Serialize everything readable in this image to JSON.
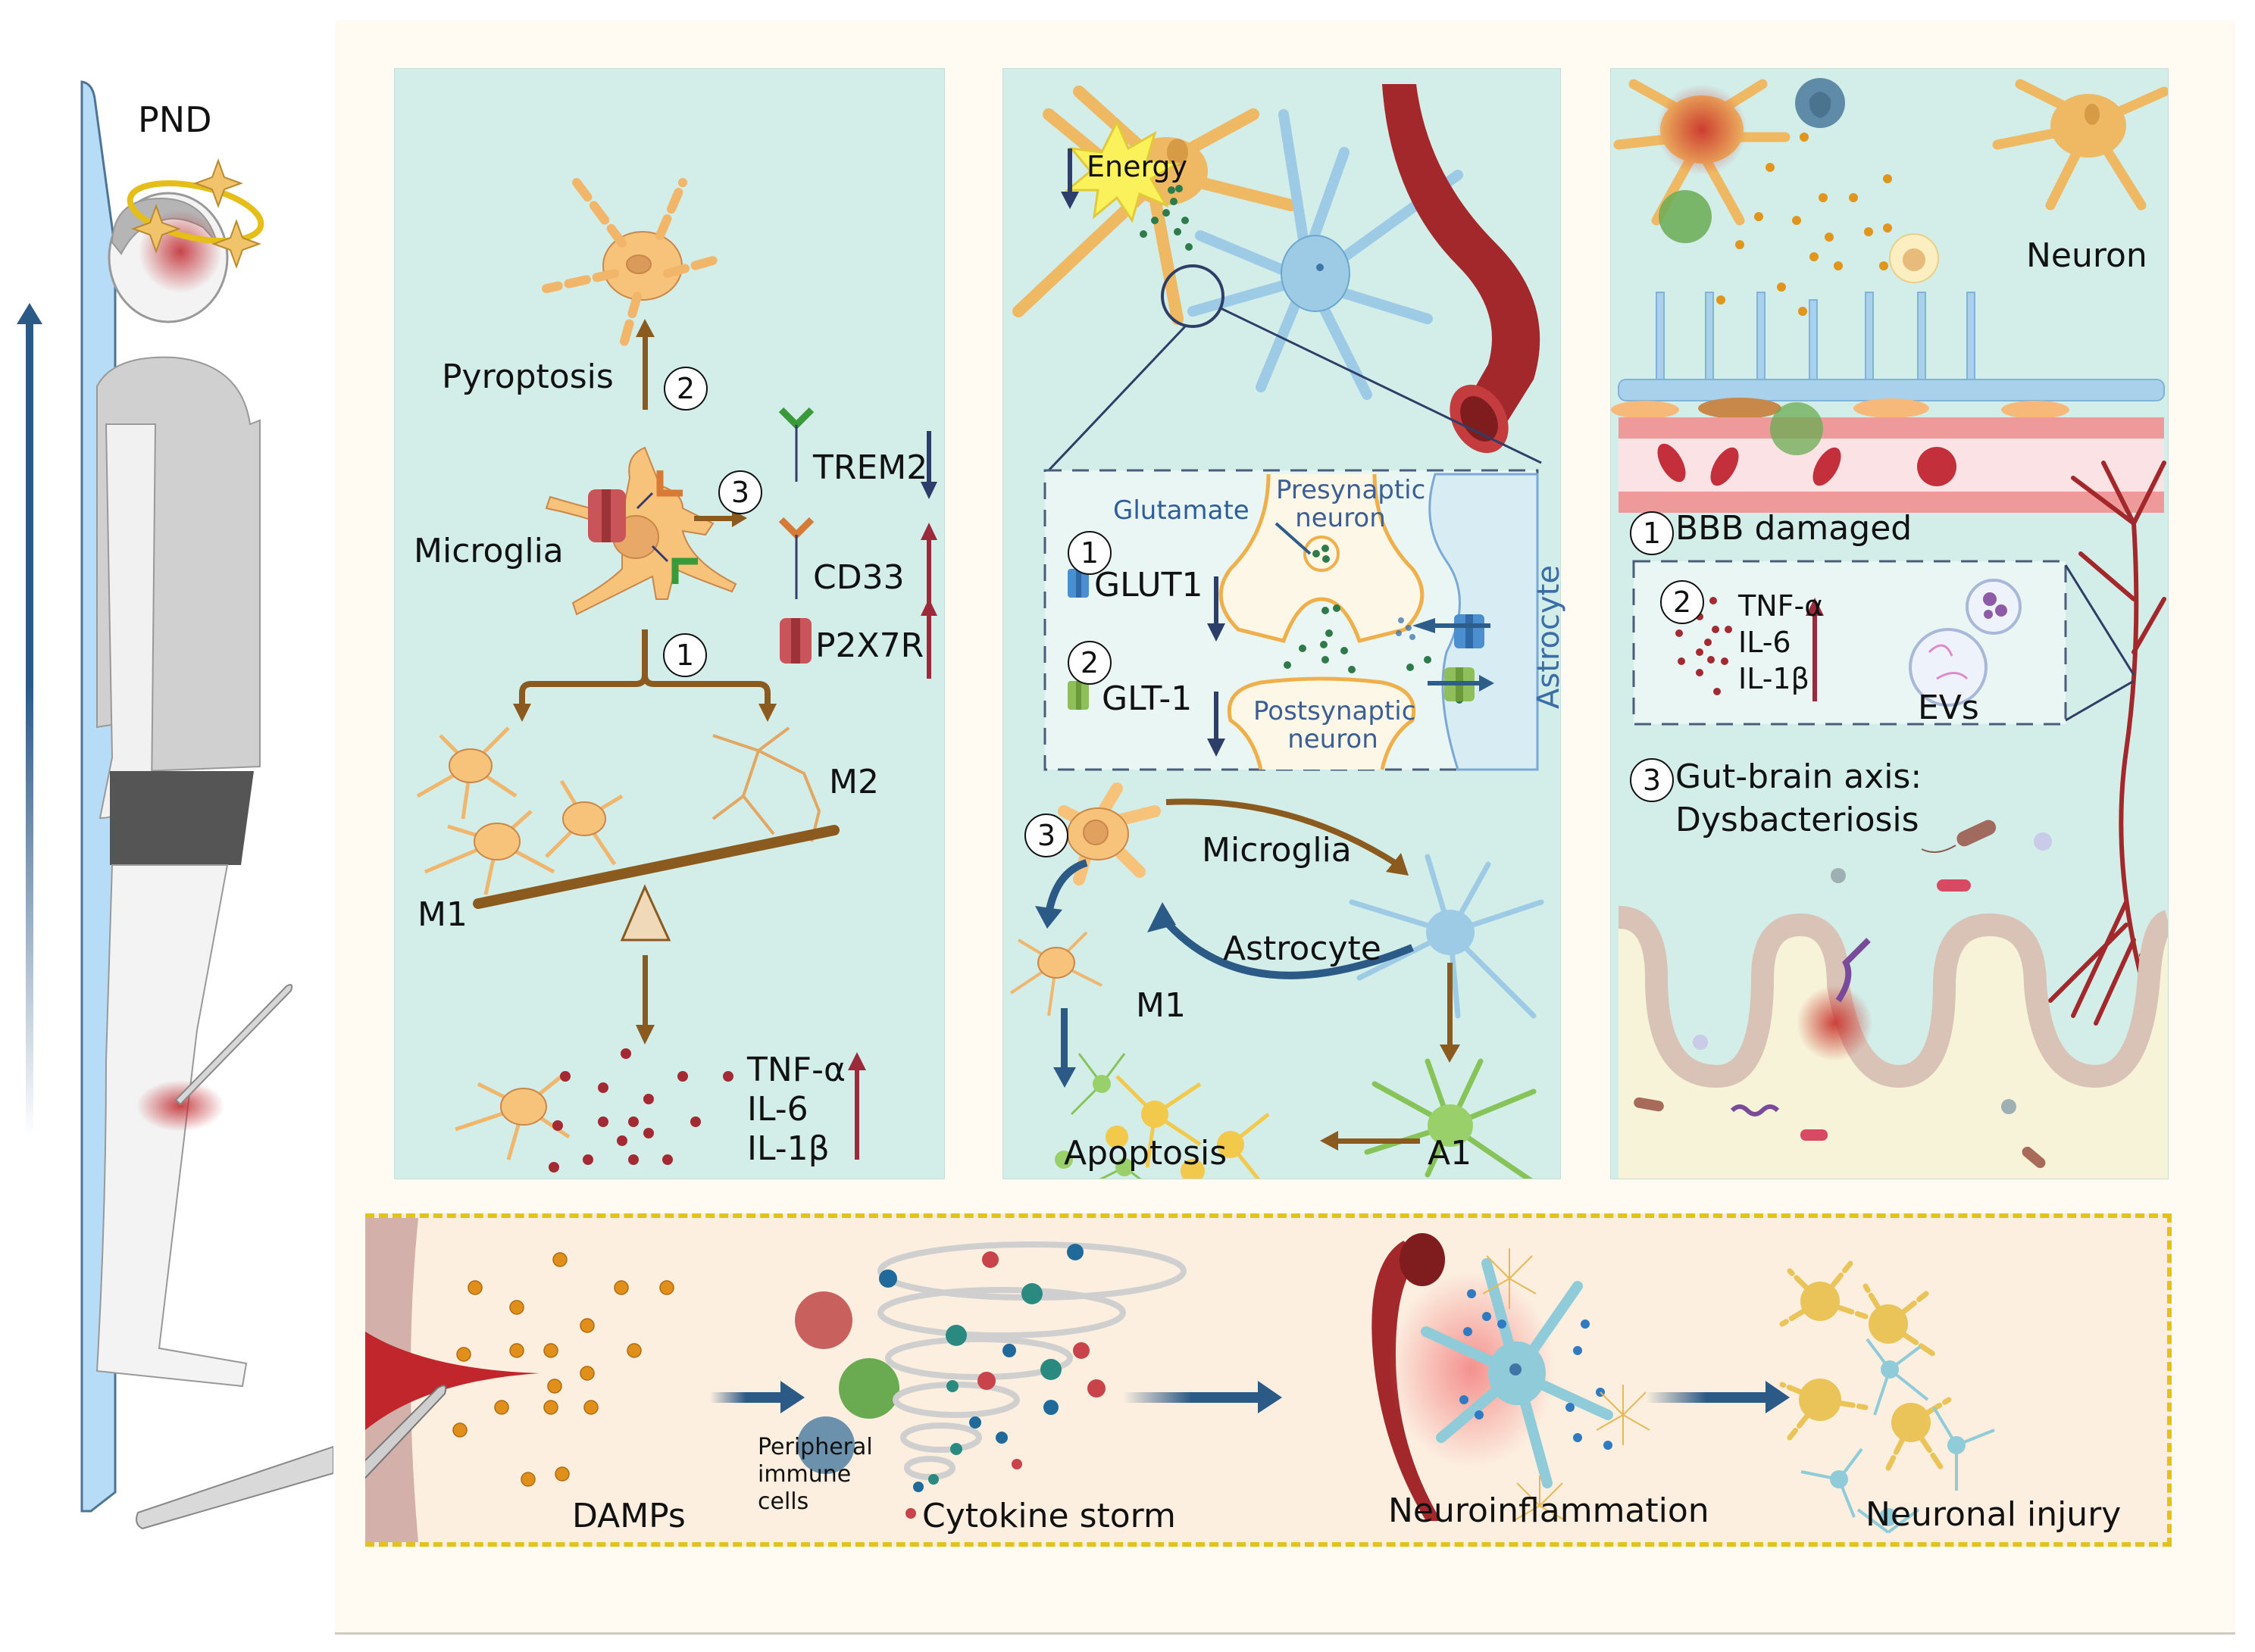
{
  "figure": {
    "left_strip": {
      "condition_label": "PND",
      "arrow_meaning": "progression upward"
    },
    "panel_microglia": {
      "pyroptosis_label": "Pyroptosis",
      "pyroptosis_step": "2",
      "microglia_label": "Microglia",
      "receptor_step": "3",
      "receptors": [
        {
          "name": "TREM2",
          "direction": "down"
        },
        {
          "name": "CD33",
          "direction": "up"
        },
        {
          "name": "P2X7R",
          "direction": "up"
        }
      ],
      "polarization_step": "1",
      "m1_label": "M1",
      "m2_label": "M2",
      "cytokines": [
        "TNF-α",
        "IL-6",
        "IL-1β"
      ],
      "cytokines_direction": "up"
    },
    "panel_astrocyte": {
      "energy_label": "Energy",
      "energy_direction": "down",
      "glutamate_label": "Glutamate",
      "presynaptic_label": "Presynaptic neuron",
      "postsynaptic_label": "Postsynaptic neuron",
      "astrocyte_side_label": "Astrocyte",
      "transporters": [
        {
          "step": "1",
          "name": "GLUT1",
          "direction": "down",
          "color": "#4a90d0"
        },
        {
          "step": "2",
          "name": "GLT-1",
          "direction": "down",
          "color": "#8fbf5a"
        }
      ],
      "crosstalk_step": "3",
      "microglia_label": "Microglia",
      "astrocyte_label": "Astrocyte",
      "m1_label": "M1",
      "a1_label": "A1",
      "apoptosis_label": "Apoptosis"
    },
    "panel_bbb": {
      "neuron_label": "Neuron",
      "bbb": {
        "step": "1",
        "label": "BBB damaged"
      },
      "circulating": {
        "step": "2",
        "cytokines": [
          "TNF-α",
          "IL-6",
          "IL-1β"
        ],
        "direction": "up",
        "evs_label": "EVs"
      },
      "gut": {
        "step": "3",
        "line1": "Gut-brain axis:",
        "line2": "Dysbacteriosis"
      }
    },
    "bottom_flow": {
      "stages": [
        {
          "label": "DAMPs"
        },
        {
          "label": "Cytokine storm",
          "sublabel": "Peripheral immune cells"
        },
        {
          "label": "Neuroinflammation"
        },
        {
          "label": "Neuronal injury"
        }
      ]
    },
    "colors": {
      "panel_bg": "#d3ede9",
      "frame_bg": "#fffbf3",
      "bottom_bg": "#fcefe0",
      "dashed_border": "#e4c21c",
      "arrow_brown": "#8a5a1e",
      "arrow_blue": "#2c5a86",
      "up_arrow_red": "#9b2b3a",
      "down_arrow_navy": "#2d3e6a",
      "microglia_orange": "#f5bd72",
      "astrocyte_blue": "#9dcbe6",
      "vessel_red": "#a3282b"
    }
  }
}
